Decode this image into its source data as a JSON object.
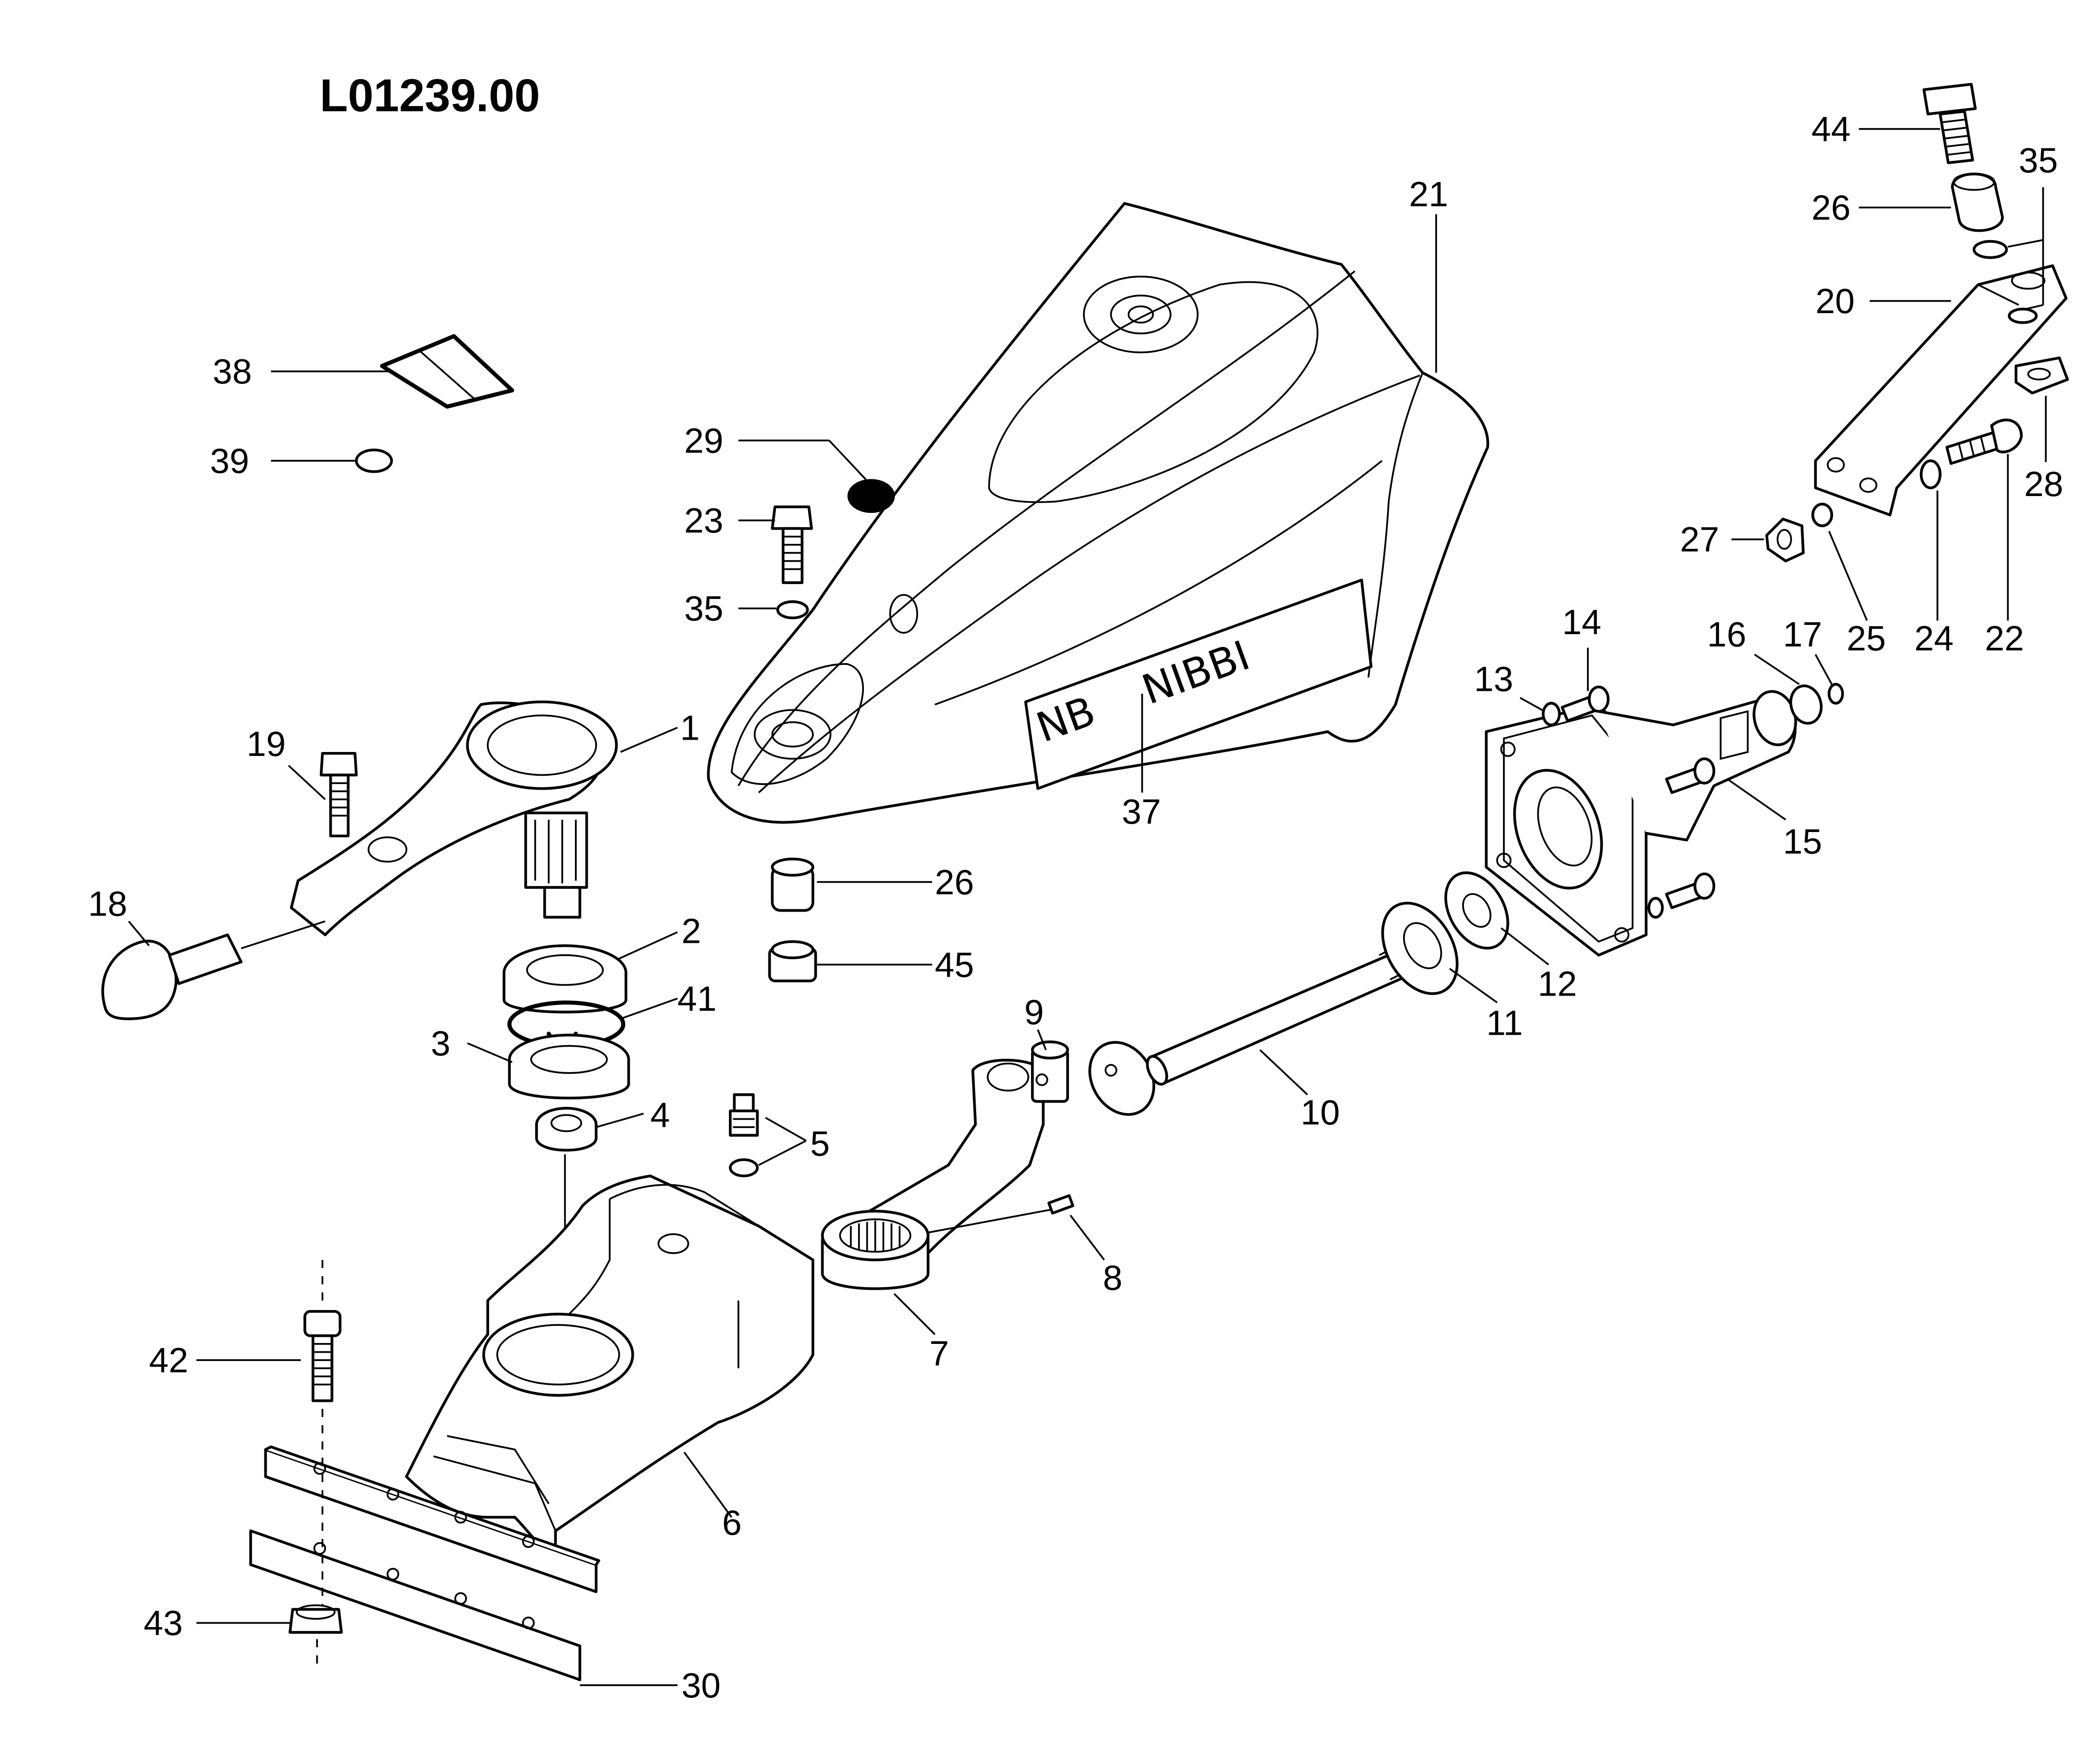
{
  "title": "L01239.00",
  "sticker_text_left": "NB",
  "sticker_text_right": "NIBBI",
  "labels": {
    "p1": "1",
    "p2": "2",
    "p3": "3",
    "p4": "4",
    "p5": "5",
    "p6": "6",
    "p7": "7",
    "p8": "8",
    "p9": "9",
    "p10": "10",
    "p11": "11",
    "p12": "12",
    "p13": "13",
    "p14": "14",
    "p15": "15",
    "p16": "16",
    "p17": "17",
    "p18": "18",
    "p19": "19",
    "p20": "20",
    "p21": "21",
    "p22": "22",
    "p23": "23",
    "p24": "24",
    "p25": "25",
    "p26a": "26",
    "p26b": "26",
    "p27": "27",
    "p28": "28",
    "p29": "29",
    "p30": "30",
    "p35a": "35",
    "p35b": "35",
    "p37": "37",
    "p38": "38",
    "p39": "39",
    "p41": "41",
    "p42": "42",
    "p43": "43",
    "p44": "44",
    "p45": "45"
  }
}
